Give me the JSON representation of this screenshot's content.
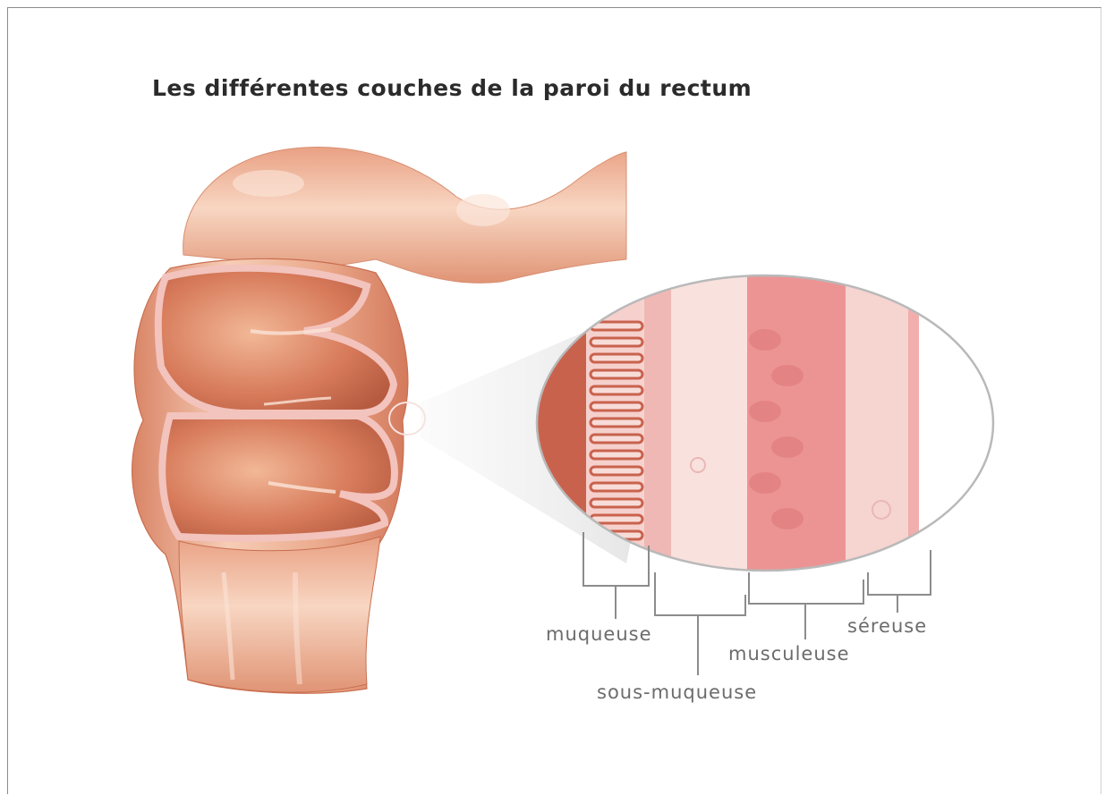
{
  "title": "Les différentes couches de la paroi du rectum",
  "labels": {
    "muqueuse": "muqueuse",
    "sous_muqueuse": "sous-muqueuse",
    "musculeuse": "musculeuse",
    "sereuse": "séreuse"
  },
  "colors": {
    "tissue_light": "#f4c7ad",
    "tissue_mid": "#e8a080",
    "tissue_dark": "#c9684a",
    "wall_pink": "#f3b8b4",
    "muscle": "#ea8e8e",
    "leader_line": "#8c8c8c",
    "label_text": "#6c6c6c"
  }
}
